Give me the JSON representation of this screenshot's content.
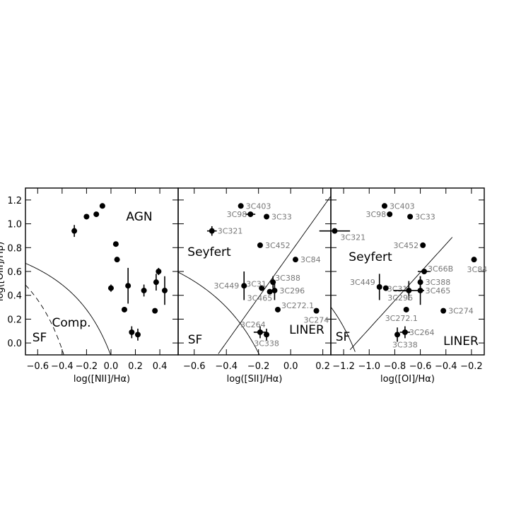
{
  "chart_data": [
    {
      "type": "scatter",
      "xlabel": "log([NII]/Hα)",
      "ylabel": "log([OIII]/Hβ)",
      "xlim": [
        -0.7,
        0.55
      ],
      "ylim": [
        -0.1,
        1.3
      ],
      "xticks": [
        "−0.6",
        "−0.4",
        "−0.2",
        "0.0",
        "0.2",
        "0.4"
      ],
      "xtick_values": [
        -0.6,
        -0.4,
        -0.2,
        0.0,
        0.2,
        0.4
      ],
      "yticks": [
        "0.0",
        "0.2",
        "0.4",
        "0.6",
        "0.8",
        "1.0",
        "1.2"
      ],
      "ytick_values": [
        0.0,
        0.2,
        0.4,
        0.6,
        0.8,
        1.0,
        1.2
      ],
      "regions": [
        "AGN",
        "Comp.",
        "SF"
      ],
      "points": [
        {
          "x": -0.3,
          "y": 0.94,
          "yerr": 0.05
        },
        {
          "x": -0.2,
          "y": 1.06
        },
        {
          "x": -0.12,
          "y": 1.08
        },
        {
          "x": -0.07,
          "y": 1.15
        },
        {
          "x": 0.0,
          "y": 0.46,
          "yerr": 0.03
        },
        {
          "x": 0.04,
          "y": 0.83
        },
        {
          "x": 0.05,
          "y": 0.7
        },
        {
          "x": 0.11,
          "y": 0.28
        },
        {
          "x": 0.14,
          "y": 0.48,
          "yerr": 0.15
        },
        {
          "x": 0.17,
          "y": 0.09,
          "yerr": 0.05
        },
        {
          "x": 0.22,
          "y": 0.07,
          "yerr": 0.05
        },
        {
          "x": 0.27,
          "y": 0.44,
          "yerr": 0.05
        },
        {
          "x": 0.36,
          "y": 0.27
        },
        {
          "x": 0.37,
          "y": 0.51,
          "yerr": 0.07
        },
        {
          "x": 0.39,
          "y": 0.6,
          "yerr": 0.03
        },
        {
          "x": 0.44,
          "y": 0.44,
          "yerr": 0.12
        }
      ]
    },
    {
      "type": "scatter",
      "xlabel": "log([SII]/Hα)",
      "xlim": [
        -0.7,
        0.25
      ],
      "ylim": [
        -0.1,
        1.3
      ],
      "xticks": [
        "−0.6",
        "−0.4",
        "−0.2",
        "0.0",
        "0.2"
      ],
      "xtick_values": [
        -0.6,
        -0.4,
        -0.2,
        0.0,
        0.2
      ],
      "regions": [
        "Seyfert",
        "SF",
        "LINER"
      ],
      "points": [
        {
          "label": "3C403",
          "x": -0.31,
          "y": 1.15
        },
        {
          "label": "3C98",
          "x": -0.25,
          "y": 1.08,
          "xerr": 0.03
        },
        {
          "label": "3C33",
          "x": -0.15,
          "y": 1.06
        },
        {
          "label": "3C321",
          "x": -0.49,
          "y": 0.94,
          "xerr": 0.03,
          "yerr": 0.04
        },
        {
          "label": "3C452",
          "x": -0.19,
          "y": 0.82
        },
        {
          "label": "3C84",
          "x": 0.03,
          "y": 0.7
        },
        {
          "label": "3C449",
          "x": -0.29,
          "y": 0.48,
          "yerr": 0.12
        },
        {
          "label": "3C31",
          "x": -0.18,
          "y": 0.46
        },
        {
          "label": "3C388",
          "x": -0.11,
          "y": 0.51,
          "yerr": 0.05
        },
        {
          "label": "3C296",
          "x": -0.1,
          "y": 0.44,
          "yerr": 0.08
        },
        {
          "label": "3C465",
          "x": -0.13,
          "y": 0.43
        },
        {
          "label": "3C272.1",
          "x": -0.08,
          "y": 0.28
        },
        {
          "label": "3C274",
          "x": 0.16,
          "y": 0.27
        },
        {
          "label": "3C264",
          "x": -0.19,
          "y": 0.09,
          "xerr": 0.04,
          "yerr": 0.05
        },
        {
          "label": "3C338",
          "x": -0.15,
          "y": 0.07,
          "yerr": 0.05
        }
      ]
    },
    {
      "type": "scatter",
      "xlabel": "log([OI]/Hα)",
      "xlim": [
        -1.3,
        -0.1
      ],
      "ylim": [
        -0.1,
        1.3
      ],
      "xticks": [
        "−1.2",
        "−1.0",
        "−0.8",
        "−0.6",
        "−0.4",
        "−0.2"
      ],
      "xtick_values": [
        -1.2,
        -1.0,
        -0.8,
        -0.6,
        -0.4,
        -0.2
      ],
      "regions": [
        "Seyfert",
        "SF",
        "LINER"
      ],
      "points": [
        {
          "label": "3C403",
          "x": -0.88,
          "y": 1.15
        },
        {
          "label": "3C98",
          "x": -0.84,
          "y": 1.08
        },
        {
          "label": "3C33",
          "x": -0.68,
          "y": 1.06
        },
        {
          "label": "3C321",
          "x": -1.27,
          "y": 0.94,
          "xerr": 0.12
        },
        {
          "label": "3C452",
          "x": -0.58,
          "y": 0.82
        },
        {
          "label": "3C84",
          "x": -0.18,
          "y": 0.7
        },
        {
          "label": "3C66B",
          "x": -0.57,
          "y": 0.6,
          "xerr": 0.05
        },
        {
          "label": "3C449",
          "x": -0.92,
          "y": 0.47,
          "yerr": 0.11
        },
        {
          "label": "3C31",
          "x": -0.87,
          "y": 0.46
        },
        {
          "label": "3C388",
          "x": -0.6,
          "y": 0.51,
          "yerr": 0.05
        },
        {
          "label": "3C296",
          "x": -0.69,
          "y": 0.44,
          "xerr": 0.12,
          "yerr": 0.08
        },
        {
          "label": "3C465",
          "x": -0.6,
          "y": 0.44,
          "yerr": 0.12
        },
        {
          "label": "3C274",
          "x": -0.42,
          "y": 0.27
        },
        {
          "label": "3C272.1",
          "x": -0.71,
          "y": 0.28
        },
        {
          "label": "3C264",
          "x": -0.72,
          "y": 0.09,
          "xerr": 0.04,
          "yerr": 0.05
        },
        {
          "label": "3C338",
          "x": -0.78,
          "y": 0.07,
          "yerr": 0.06
        }
      ]
    }
  ]
}
